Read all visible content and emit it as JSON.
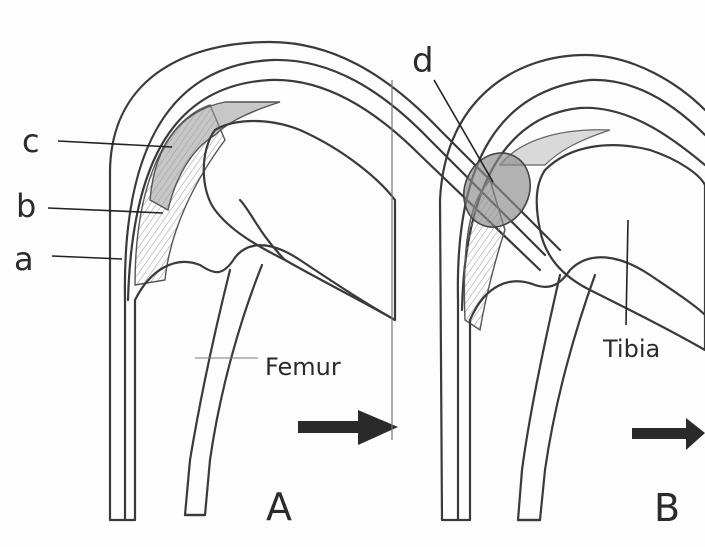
{
  "labels": {
    "a": "a",
    "b": "b",
    "c": "c",
    "d": "d",
    "femur": "Femur",
    "tibia": "Tibia"
  },
  "panels": {
    "left": "A",
    "right": "B"
  }
}
